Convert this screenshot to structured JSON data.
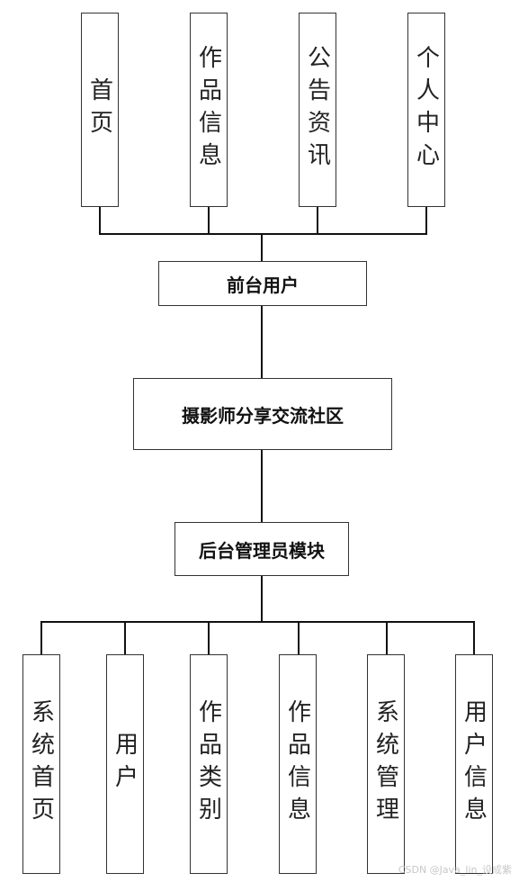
{
  "top_modules": [
    "首页",
    "作品信息",
    "公告资讯",
    "个人中心"
  ],
  "front_user": "前台用户",
  "system_name": "摄影师分享交流社区",
  "admin_module": "后台管理员模块",
  "bottom_modules": [
    "系统首页",
    "用户",
    "作品类别",
    "作品信息",
    "系统管理",
    "用户信息"
  ],
  "watermark": "CSDN @Java_lin_设成紫",
  "colors": {
    "line": "#111111",
    "border": "#333333",
    "background": "#ffffff"
  }
}
